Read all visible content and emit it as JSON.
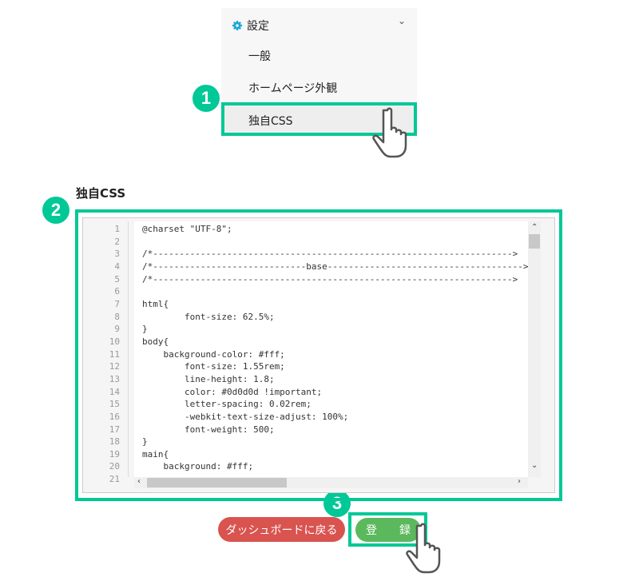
{
  "menu": {
    "header": "設定",
    "header_icon": "gear-icon",
    "items": [
      "一般",
      "ホームページ外観",
      "独自CSS"
    ]
  },
  "section_title": "独自CSS",
  "badges": [
    "1",
    "2",
    "3"
  ],
  "editor": {
    "line_numbers": [
      "1",
      "2",
      "3",
      "4",
      "5",
      "6",
      "7",
      "8",
      "9",
      "10",
      "11",
      "12",
      "13",
      "14",
      "15",
      "16",
      "17",
      "18",
      "19",
      "20",
      "21"
    ],
    "code": "@charset \"UTF-8\";\n\n/*-------------------------------------------------------------------->\n/*-----------------------------base------------------------------------->\n/*-------------------------------------------------------------------->\n\nhtml{\n        font-size: 62.5%;\n}\nbody{\n    background-color: #fff;\n        font-size: 1.55rem;\n        line-height: 1.8;\n        color: #0d0d0d !important;\n        letter-spacing: 0.02rem;\n        -webkit-text-size-adjust: 100%;\n        font-weight: 500;\n}\nmain{\n    background: #fff;\n"
  },
  "buttons": {
    "back": "ダッシュボードに戻る",
    "register": "登　　録"
  },
  "colors": {
    "accent": "#00c896",
    "danger": "#d9534f",
    "success": "#5cb85c"
  }
}
